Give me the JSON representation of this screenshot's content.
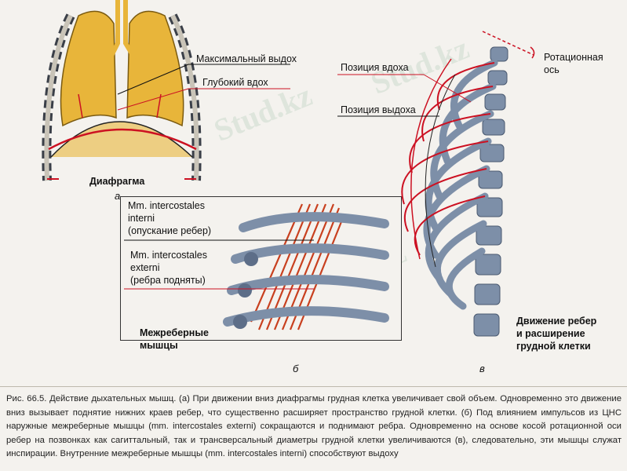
{
  "panel_a": {
    "max_exhale": "Максимальный выдох",
    "deep_inhale": "Глубокий вдох",
    "diaphragm": "Диафрагма",
    "letter": "а"
  },
  "panel_b": {
    "interni_1": "Mm. intercostales",
    "interni_2": "interni",
    "interni_3": "(опускание ребер)",
    "externi_1": "Mm. intercostales",
    "externi_2": "externi",
    "externi_3": "(ребра подняты)",
    "muscles_1": "Межреберные",
    "muscles_2": "мышцы",
    "letter": "б"
  },
  "panel_c": {
    "inhale_pos": "Позиция вдоха",
    "exhale_pos": "Позиция выдоха",
    "axis_1": "Ротационная",
    "axis_2": "ось",
    "move_1": "Движение ребер",
    "move_2": "и расширение",
    "move_3": "грудной клетки",
    "letter": "в"
  },
  "watermark": "Stud.kz",
  "caption": "Рис. 66.5. Действие дыхательных мышц. (а) При движении вниз диафрагмы грудная клетка увеличивает свой объем. Одновременно это движение вниз вызывает поднятие нижних краев ребер, что существенно расширяет пространство грудной клетки. (б) Под влиянием импульсов из ЦНС наружные межреберные мышцы (mm. intercostales externi) сокращаются и поднимают ребра. Одновременно на основе косой ротационной оси ребер на позвонках как сагиттальный, так и трансверсальный диаметры грудной клетки увеличиваются (в), следовательно, эти мышцы служат инспирации. Внутренние межреберные мышцы (mm. intercostales interni) способствуют выдоху",
  "colors": {
    "lung": "#e8b53a",
    "red": "#cc1122",
    "bone": "#7d8fa8"
  }
}
